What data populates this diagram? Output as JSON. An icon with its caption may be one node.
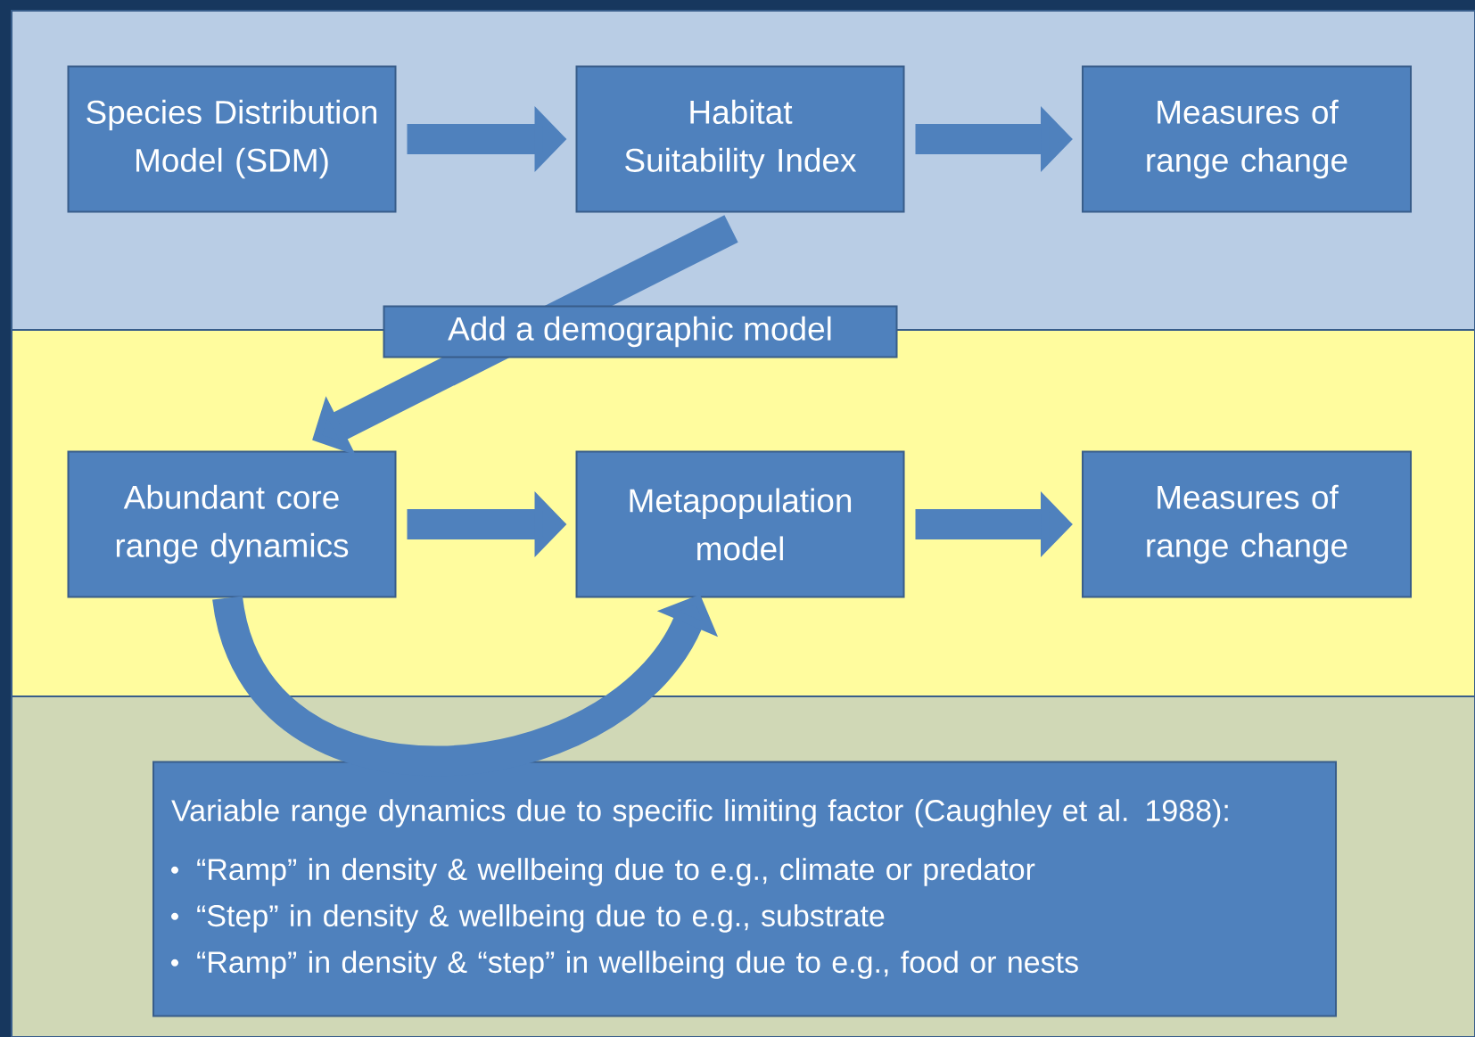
{
  "diagram": {
    "nodes": [
      {
        "text": [
          "Species Distribution Model (SDM)"
        ]
      },
      {
        "text": [
          "Habitat Suitability Index"
        ]
      },
      {
        "text": [
          "Measures of range change"
        ]
      },
      {
        "text": [
          "Abundant core range dynamics"
        ]
      },
      {
        "text": [
          "Metapopulation model"
        ]
      },
      {
        "text": [
          "Measures of range change"
        ]
      },
      {
        "text": [
          "Variable range dynamics due to specific limiting factor (Caughley et al. 1988):",
          "“Ramp” in density & wellbeing due to e.g., climate or predator",
          "“Step” in density & wellbeing due to e.g., substrate",
          "“Ramp” in density & “step” in wellbeing due to e.g., food or nests"
        ]
      }
    ],
    "edges": [
      {
        "from": 0,
        "to": 1,
        "arrow": "to"
      },
      {
        "from": 1,
        "to": 2,
        "arrow": "to"
      },
      {
        "from": 1,
        "to": 3,
        "arrow": "to",
        "label": "Add a demographic model"
      },
      {
        "from": 3,
        "to": 4,
        "arrow": "to"
      },
      {
        "from": 4,
        "to": 5,
        "arrow": "to"
      },
      {
        "from": 3,
        "to": 4,
        "arrow": "to"
      }
    ]
  }
}
